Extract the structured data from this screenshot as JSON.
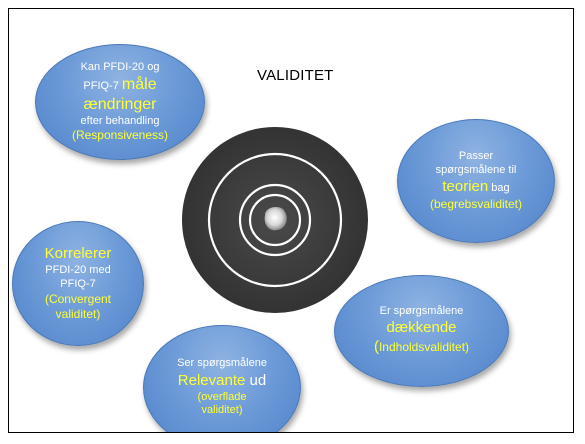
{
  "title": "VALIDITET",
  "bubbles": {
    "responsiveness": {
      "line1": "Kan PFDI-20 og",
      "line2a": "PFIQ-7 ",
      "line2b": "måle",
      "line3": "ændringer",
      "line4": "efter behandling",
      "line5": "(Responsiveness)"
    },
    "teori": {
      "line1": "Passer",
      "line2": "spørgsmålene til",
      "line3a": "teorien",
      "line3b": " bag",
      "line4": "(begrebsvaliditet)"
    },
    "convergent": {
      "line1": "Korrelerer",
      "line2": "PFDI-20 med",
      "line3": "PFIQ-7",
      "line4": "(Convergent",
      "line5": "validitet)"
    },
    "indhold": {
      "line1": "Er spørgsmålene",
      "line2": "dækkende",
      "line3a": "(",
      "line3b": "Indholdsvaliditet)"
    },
    "overflade": {
      "line1": "Ser spørgsmålene",
      "line2a": "Relevante",
      "line2b": " ud",
      "line3": "(overflade",
      "line4": "validitet)"
    }
  },
  "colors": {
    "bubble": "#6d9bd8",
    "highlight": "#ffff33",
    "target": "#3f3f3f"
  }
}
